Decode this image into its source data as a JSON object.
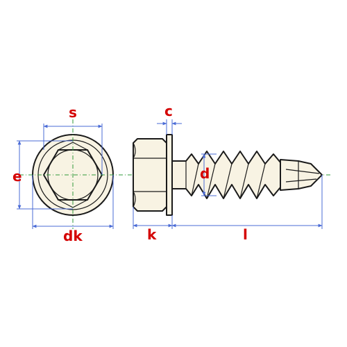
{
  "colors": {
    "label": "#d40000",
    "dimension_line": "#4a6bd6",
    "center_line": "#2f9a3a",
    "outline": "#1a1a1a",
    "part_fill": "#f8f3e3"
  },
  "labels": {
    "s": "s",
    "c": "c",
    "e": "e",
    "d": "d",
    "dk": "dk",
    "k": "k",
    "l": "l"
  }
}
